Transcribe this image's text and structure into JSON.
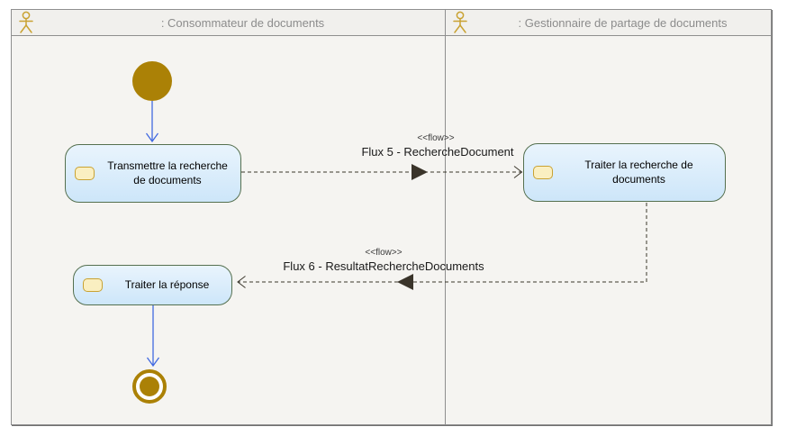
{
  "theme": {
    "canvas_bg": "#ffffff",
    "lane_bg": "#f5f4f1",
    "header_bg": "#f1f0ed",
    "frame_border": "#8f8f8f",
    "title_color": "#8c8c8c",
    "gold": "#ab8106",
    "actor_gold": "#c9a232",
    "icon_fill": "#faefc1",
    "activity_border": "#55704f",
    "flow_line": "#3b372c",
    "flow_blue": "#4169e1"
  },
  "lanes": [
    {
      "title": ": Consommateur de documents"
    },
    {
      "title": ": Gestionnaire de partage de documents"
    }
  ],
  "activities": {
    "transmettre": {
      "label": "Transmettre la recherche de documents"
    },
    "traiter_recherche": {
      "label": "Traiter la recherche de documents"
    },
    "traiter_reponse": {
      "label": "Traiter la réponse"
    }
  },
  "flows": {
    "flux5": {
      "stereotype": "<<flow>>",
      "label": "Flux 5 - RechercheDocument"
    },
    "flux6": {
      "stereotype": "<<flow>>",
      "label": "Flux 6 - ResultatRechercheDocuments"
    }
  }
}
